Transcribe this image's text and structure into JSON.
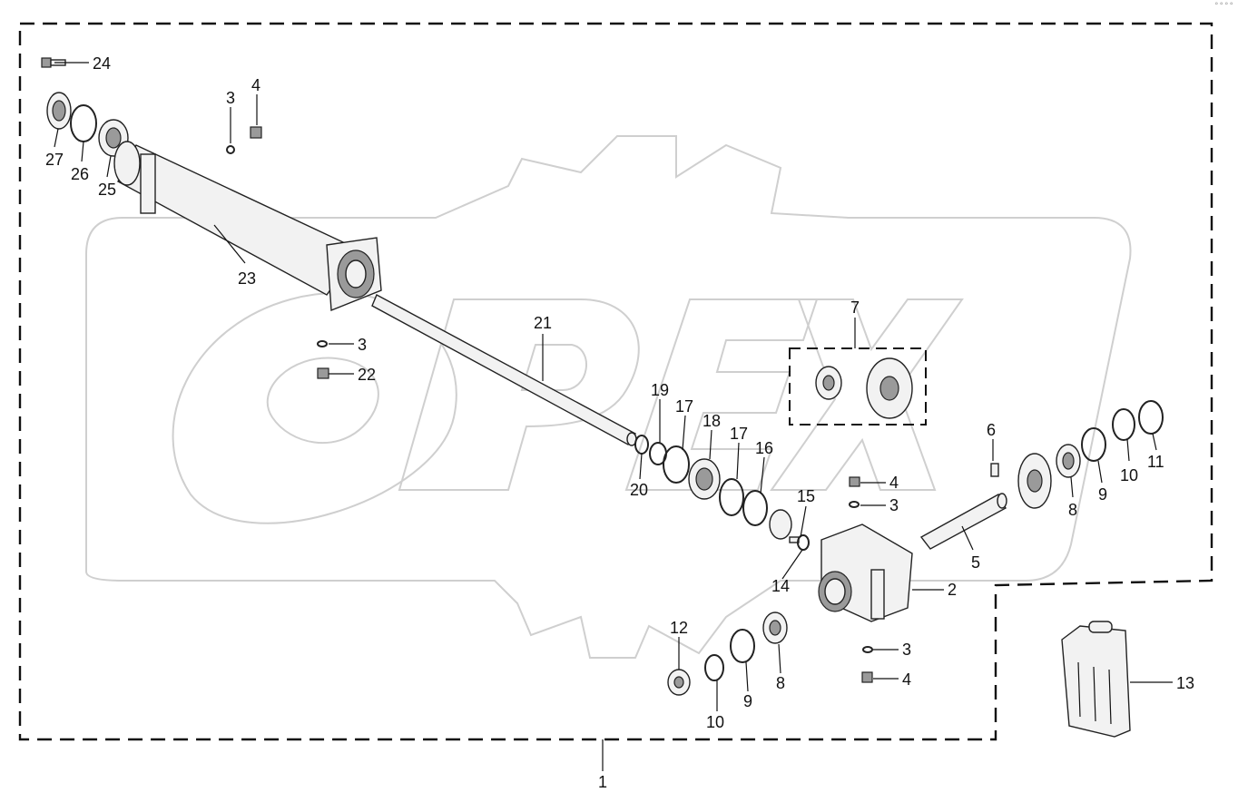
{
  "watermark": {
    "text": "OPEX"
  },
  "corner_mark": "°°°°",
  "callouts": {
    "c1": "1",
    "c2": "2",
    "c3a": "3",
    "c3b": "3",
    "c3c": "3",
    "c3d": "3",
    "c4a": "4",
    "c4b": "4",
    "c4c": "4",
    "c5": "5",
    "c6": "6",
    "c7": "7",
    "c8a": "8",
    "c8b": "8",
    "c9a": "9",
    "c9b": "9",
    "c10a": "10",
    "c10b": "10",
    "c11": "11",
    "c12": "12",
    "c13": "13",
    "c14": "14",
    "c15": "15",
    "c16": "16",
    "c17a": "17",
    "c17b": "17",
    "c18": "18",
    "c19": "19",
    "c20": "20",
    "c21": "21",
    "c22": "22",
    "c23": "23",
    "c24": "24",
    "c25": "25",
    "c26": "26",
    "c27": "27"
  }
}
